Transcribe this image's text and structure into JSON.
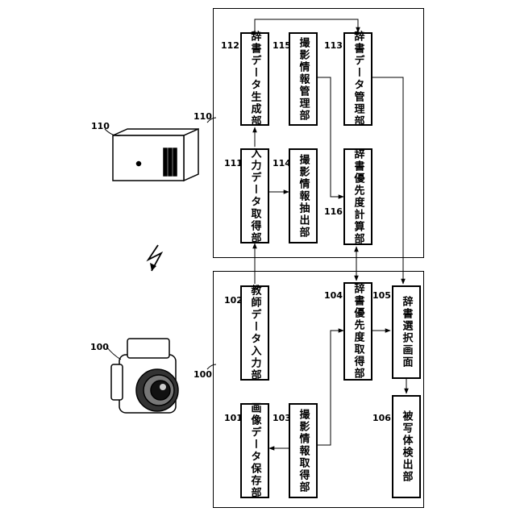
{
  "device_refs": {
    "camera": "100",
    "server": "110"
  },
  "camera_system": {
    "ref": "100",
    "blocks": [
      {
        "id": "101",
        "label": "画像データ保存部"
      },
      {
        "id": "102",
        "label": "教師データ入力部"
      },
      {
        "id": "103",
        "label": "撮影情報取得部"
      },
      {
        "id": "104",
        "label": "辞書優先度取得部"
      },
      {
        "id": "105",
        "label": "辞書選択画面"
      },
      {
        "id": "106",
        "label": "被写体検出部"
      }
    ]
  },
  "server_system": {
    "ref": "110",
    "blocks": [
      {
        "id": "111",
        "label": "入力データ取得部"
      },
      {
        "id": "112",
        "label": "辞書データ生成部"
      },
      {
        "id": "113",
        "label": "辞書データ管理部"
      },
      {
        "id": "114",
        "label": "撮影情報抽出部"
      },
      {
        "id": "115",
        "label": "撮影情報管理部"
      },
      {
        "id": "116",
        "label": "辞書優先度計算部"
      }
    ]
  }
}
